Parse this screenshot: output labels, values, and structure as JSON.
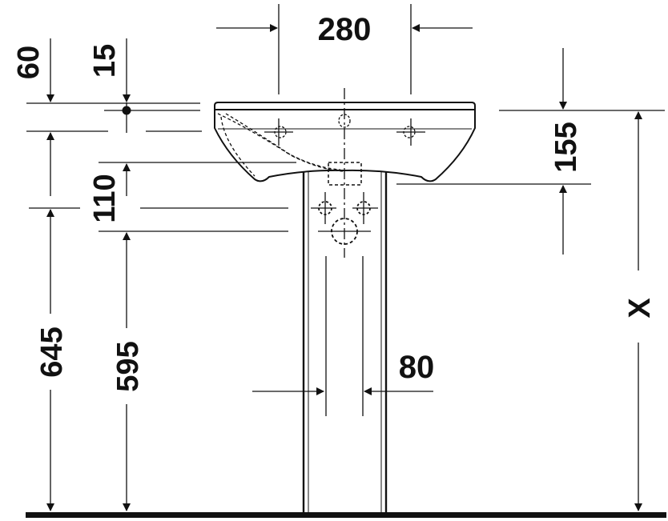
{
  "diagram": {
    "type": "technical-drawing",
    "subject": "washbasin-with-pedestal-front-view",
    "colors": {
      "line": "#111111",
      "background": "#ffffff"
    },
    "dimensions": {
      "tap_spacing": "280",
      "rim_offset": "60",
      "tap_hole_offset": "15",
      "basin_height": "155",
      "waste_span": "110",
      "rim_height": "645",
      "waste_height": "595",
      "pedestal_width": "80",
      "variable_height": "X"
    }
  }
}
